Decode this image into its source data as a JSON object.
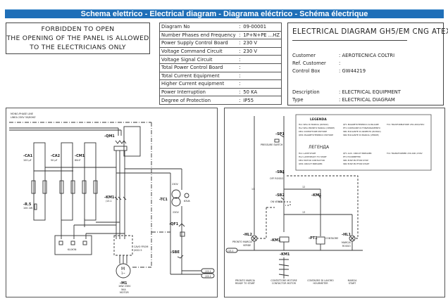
{
  "header": {
    "title": "Schema elettrico - Electrical diagram - Diagrama eléctrico - Schéma électrique",
    "color": "#1f6fb8"
  },
  "warning": {
    "lines": [
      "FORBIDDEN TO OPEN",
      "THE OPENING OF THE PANEL IS ALLOWED",
      "TO THE ELECTRICIANS ONLY"
    ]
  },
  "specs": [
    {
      "label": "Diagram No",
      "value": "09-00001"
    },
    {
      "label": "Number Phases end Frequency",
      "value": "1P+N+PE ...HZ"
    },
    {
      "label": "Power Supply Control Board",
      "value": "230 V"
    },
    {
      "label": " Voltage Command  Circuit",
      "value": "230 V"
    },
    {
      "label": "Voltage Signal Circuit",
      "value": ""
    },
    {
      "label": "Total Power Control Board",
      "value": ""
    },
    {
      "label": "Total Current Equipment",
      "value": ""
    },
    {
      "label": "Higher Current equipment",
      "value": ""
    },
    {
      "label": "Power Interruption",
      "value": "50 KA"
    },
    {
      "label": "Degree of Protection",
      "value": "IP55"
    }
  ],
  "title_block": {
    "title": "ELECTRICAL DIAGRAM GH5/EM CNG ATEX",
    "rows": [
      {
        "label": "Customer",
        "value": ": AEROTECNICA COLTRI"
      },
      {
        "label": "Ref. Customer",
        "value": ":"
      },
      {
        "label": "Control Box",
        "value": ": GW44219"
      },
      {
        "label": "Description",
        "value": ": ELECTRICAL EQUIPMENT"
      },
      {
        "label": "Type",
        "value": ": ELECTRICAL DIAGRAM"
      }
    ]
  },
  "left_diagram": {
    "line1": "MONO-PHASE LINE",
    "line2": "LINEA 230V 50/60HZ",
    "qm1": "-QM1",
    "ca1": "-CA1",
    "ca1_val": "100 µF",
    "ca2": "-CA2",
    "ca2_val": "50 µF",
    "cm1": "-CM1",
    "cm1_val": "60nF",
    "r5": "-R.5",
    "r5_val": "10K 2W",
    "km1": "-KM1",
    "km1_ref": "/13.1",
    "tc1": "-TC1",
    "tc1_in": "230V",
    "tc1_out": "230V",
    "tc1_va": "63VA",
    "qf1": "-QF1",
    "sbe": "-SBE",
    "klixon": "KLIXON",
    "cable": "CAVO FROM",
    "cable2": "(KG2.5",
    "m1_symbol": "M",
    "m1_phase": "1~",
    "m1": "-M1",
    "m1_spec1": "1KW 230V",
    "m1_spec2": "5KA",
    "m1_spec3": "MOTOR",
    "terminals": [
      "/13.1",
      "/13.1"
    ]
  },
  "legend": {
    "title_it": "LEGENDA",
    "items_it": [
      "HL1 SPIA DI MARCIA (ROSSO)",
      "QF1 MAGNETOTERMICO AUSILIARE",
      "TC1 TRASFORMATORE 230-400/230V",
      "HL2 SPIA PRONTO MARCIA (VERDE)",
      "PT1 CONTAORE DI FUNZIONAMENTO",
      "",
      "KM1 CONTATTORE MOTORE",
      "SB1 PULSANTE DI ARRESTO (ROSSO)",
      "",
      "QM1 MAGNETOTERMICO MOTORE",
      "SB2 PULSANTE DI MARCIA (VERDE)",
      ""
    ],
    "title_ru": "ЛЕГЕНДА",
    "items_en": [
      "HL1 LAMP START",
      "QF1 AUX. CIRCUIT BREAKER",
      "TC1 TRANSFORMER 230-400 /230V",
      "HL2 LAMP READY TO START",
      "PT1 HOURMETER",
      "",
      "KM1 MOTOR CONTACTOR",
      "SB1 PUSH BUTTON STOP",
      "",
      "QM1 CIRCUIT BREAKER",
      "SB2 PUSH BUTTON START",
      ""
    ]
  },
  "right_diagram": {
    "sp1": "-SP1",
    "sp1_desc": "PRESSURE SWITCH",
    "sb1": "-SB1",
    "sb1_desc": "OFF ROSSO",
    "sb2": "-SB2",
    "sb2_desc": "ON VERDE",
    "km1_contact": "-KM1",
    "hl2": "-HL2",
    "hl2_desc1": "PRONTO MARCIA",
    "hl2_desc2": "VERDE",
    "km1_coil": "-KM1",
    "pt1": "-PT1",
    "pt1_desc": "CONTAORE",
    "hl1": "-HL1",
    "hl1_desc1": "MARCIA",
    "hl1_desc2": "ROSSO",
    "terminal": "/13.1",
    "km1_contacts": "-KM1",
    "wire_labels": [
      "11",
      "12",
      "13"
    ],
    "bottom": [
      {
        "l1": "PRONTO MARCIA",
        "l2": "READY TO START"
      },
      {
        "l1": "CONTATTORE MOTORE",
        "l2": "CONTACTOR MOTOR"
      },
      {
        "l1": "CONTAORE DI LAVORO",
        "l2": "HOURMETER"
      },
      {
        "l1": "MARCIA",
        "l2": "START"
      }
    ]
  }
}
